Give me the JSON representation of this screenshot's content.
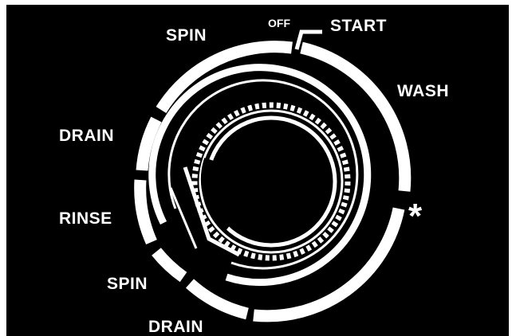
{
  "dial": {
    "labels": {
      "off": "OFF",
      "start": "START",
      "wash": "WASH",
      "spin_top": "SPIN",
      "drain_left": "DRAIN",
      "rinse": "RINSE",
      "spin_bottom": "SPIN",
      "drain_bottom": "DRAIN",
      "asterisk": "*"
    },
    "colors": {
      "background": "#000000",
      "foreground": "#ffffff",
      "border": "#ffffff"
    },
    "icons": {
      "pointer": "off-pointer-icon",
      "knob": "cycle-knob-icon"
    }
  }
}
